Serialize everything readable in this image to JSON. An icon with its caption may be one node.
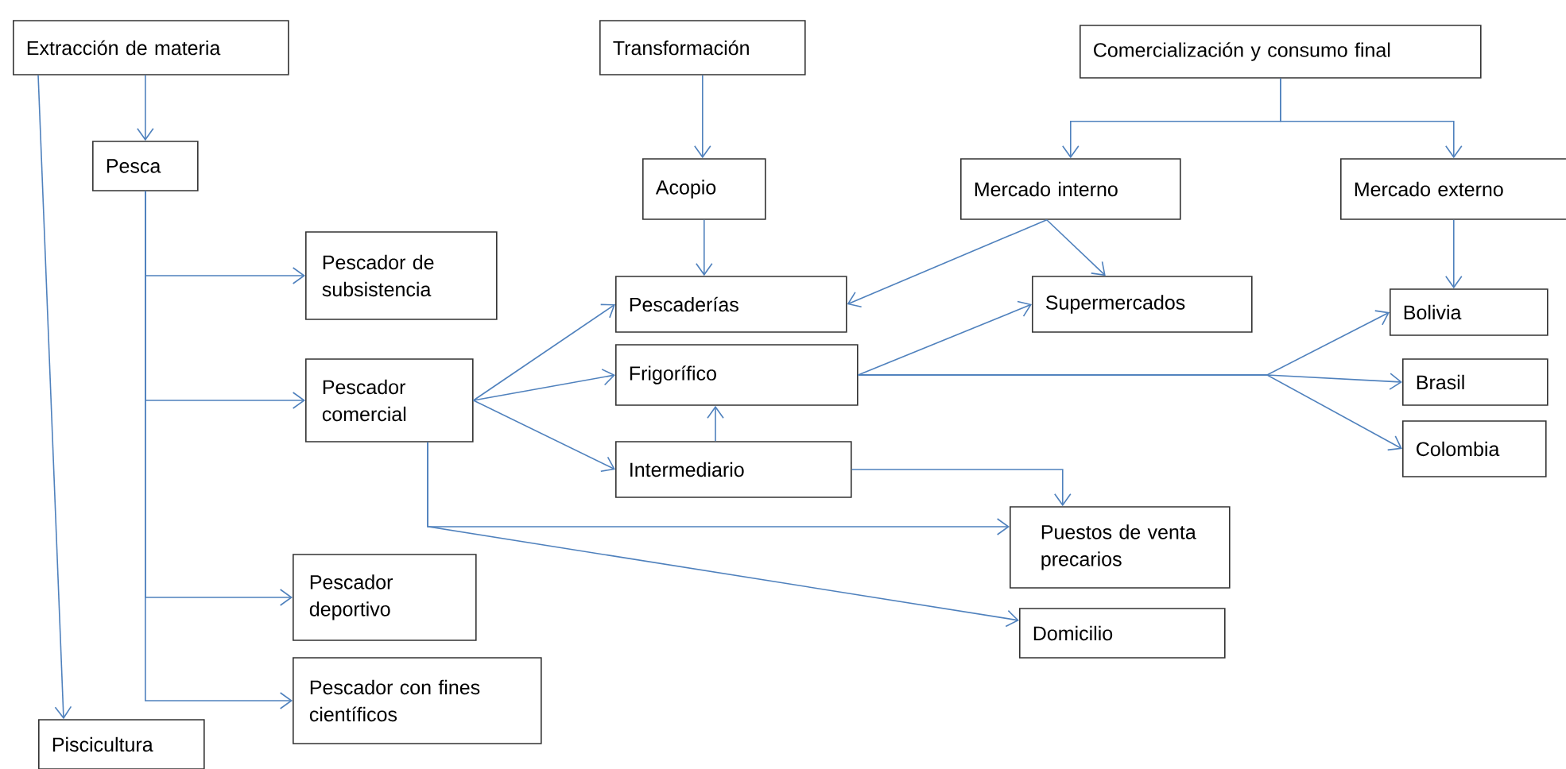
{
  "diagram": {
    "nodes": [
      {
        "text": [
          "Extracción de materia"
        ]
      },
      {
        "text": [
          "Transformación"
        ]
      },
      {
        "text": [
          "Comercialización y consumo final"
        ]
      },
      {
        "text": [
          "Pesca"
        ]
      },
      {
        "text": [
          "Acopio"
        ]
      },
      {
        "text": [
          "Mercado interno"
        ]
      },
      {
        "text": [
          "Mercado externo"
        ]
      },
      {
        "text": [
          "Pescador de subsistencia"
        ]
      },
      {
        "text": [
          "Pescaderías"
        ]
      },
      {
        "text": [
          "Supermercados"
        ]
      },
      {
        "text": [
          "Bolivia"
        ]
      },
      {
        "text": [
          "Pescador comercial"
        ]
      },
      {
        "text": [
          "Frigorífico"
        ]
      },
      {
        "text": [
          "Brasil"
        ]
      },
      {
        "text": [
          "Colombia"
        ]
      },
      {
        "text": [
          "Intermediario"
        ]
      },
      {
        "text": [
          "Puestos de venta precarios"
        ]
      },
      {
        "text": [
          "Pescador deportivo"
        ]
      },
      {
        "text": [
          "Domicilio"
        ]
      },
      {
        "text": [
          "Pescador con fines científicos"
        ]
      },
      {
        "text": [
          "Piscicultura"
        ]
      }
    ],
    "edges": [
      {
        "from": 0,
        "to": 3,
        "arrow": "to"
      },
      {
        "from": 0,
        "to": 20,
        "arrow": "to"
      },
      {
        "from": 3,
        "to": 7,
        "arrow": "to"
      },
      {
        "from": 3,
        "to": 11,
        "arrow": "to"
      },
      {
        "from": 3,
        "to": 17,
        "arrow": "to"
      },
      {
        "from": 3,
        "to": 19,
        "arrow": "to"
      },
      {
        "from": 1,
        "to": 4,
        "arrow": "to"
      },
      {
        "from": 4,
        "to": 8,
        "arrow": "to"
      },
      {
        "from": 2,
        "to": 5,
        "arrow": "to"
      },
      {
        "from": 2,
        "to": 6,
        "arrow": "to"
      },
      {
        "from": 5,
        "to": 8,
        "arrow": "to"
      },
      {
        "from": 5,
        "to": 9,
        "arrow": "to"
      },
      {
        "from": 11,
        "to": 8,
        "arrow": "to"
      },
      {
        "from": 11,
        "to": 12,
        "arrow": "to"
      },
      {
        "from": 11,
        "to": 15,
        "arrow": "to"
      },
      {
        "from": 15,
        "to": 12,
        "arrow": "to"
      },
      {
        "from": 12,
        "to": 9,
        "arrow": "to"
      },
      {
        "from": 12,
        "to": 10,
        "arrow": "to"
      },
      {
        "from": 12,
        "to": 13,
        "arrow": "to"
      },
      {
        "from": 12,
        "to": 14,
        "arrow": "to"
      },
      {
        "from": 15,
        "to": 16,
        "arrow": "to"
      },
      {
        "from": 11,
        "to": 16,
        "arrow": "to"
      },
      {
        "from": 11,
        "to": 18,
        "arrow": "to"
      },
      {
        "from": 6,
        "to": 10,
        "arrow": "to"
      }
    ]
  }
}
